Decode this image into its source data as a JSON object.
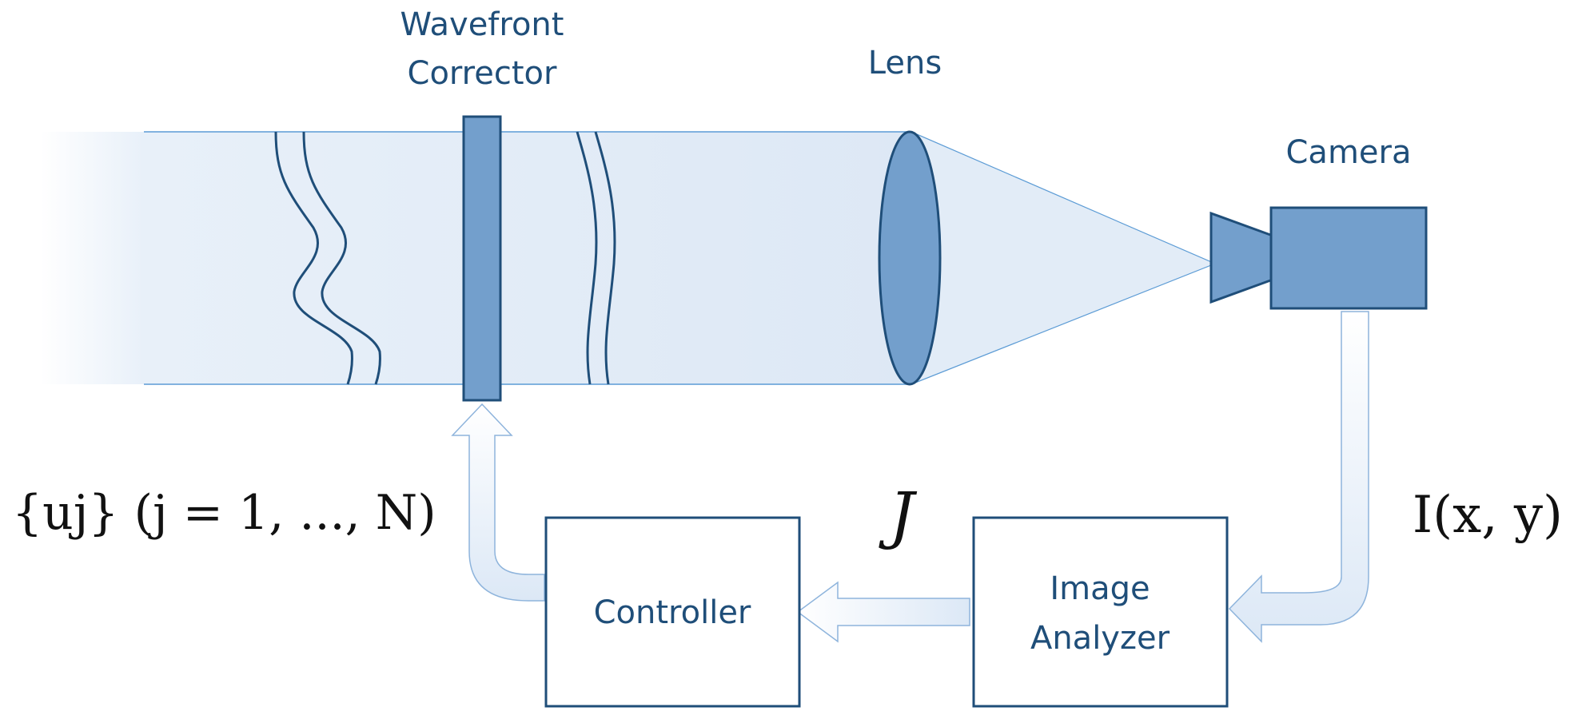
{
  "labels": {
    "wavefront_corrector_line1": "Wavefront",
    "wavefront_corrector_line2": "Corrector",
    "lens": "Lens",
    "camera": "Camera",
    "controller": "Controller",
    "image_analyzer_line1": "Image",
    "image_analyzer_line2": "Analyzer"
  },
  "math": {
    "control_signals": "{uj} (j = 1, ..., N)",
    "cost_metric": "J",
    "image_intensity": "I(x, y)"
  },
  "colors": {
    "element_fill": "#739fcc",
    "element_stroke": "#1f4e79",
    "beam_light": "#e3edf8",
    "beam_edge": "#5b9bd5",
    "arrow_stroke": "#8eb4dc",
    "label_text": "#1f4e79"
  }
}
